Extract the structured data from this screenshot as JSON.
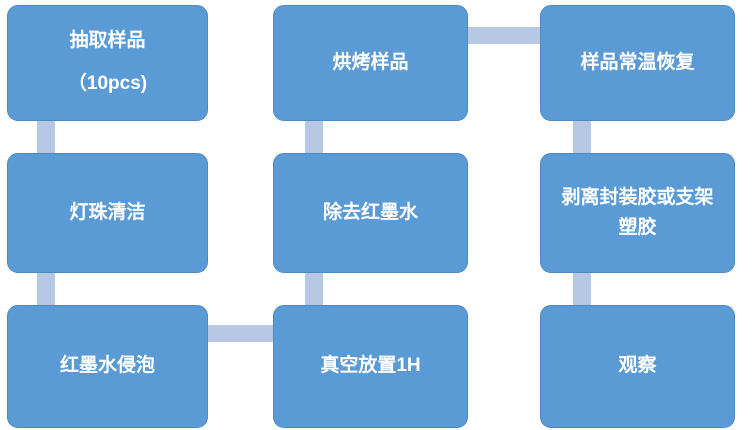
{
  "flowchart": {
    "colors": {
      "box_fill": "#5b9bd5",
      "box_border": "#4e8ac2",
      "connector_color": "#b6c8e4",
      "text_color": "#ffffff",
      "page_bg": "#ffffff"
    },
    "steps": [
      {
        "id": 1,
        "lines": [
          "抽取样品",
          "（10pcs)"
        ]
      },
      {
        "id": 2,
        "lines": [
          "灯珠清洁"
        ]
      },
      {
        "id": 3,
        "lines": [
          "红墨水侵泡"
        ]
      },
      {
        "id": 4,
        "lines": [
          "真空放置1H"
        ]
      },
      {
        "id": 5,
        "lines": [
          "除去红墨水"
        ]
      },
      {
        "id": 6,
        "lines": [
          "烘烤样品"
        ]
      },
      {
        "id": 7,
        "lines": [
          "样品常温恢复"
        ]
      },
      {
        "id": 8,
        "lines": [
          "剥离封装胶或支架",
          "塑胶"
        ]
      },
      {
        "id": 9,
        "lines": [
          "观察"
        ]
      }
    ]
  }
}
